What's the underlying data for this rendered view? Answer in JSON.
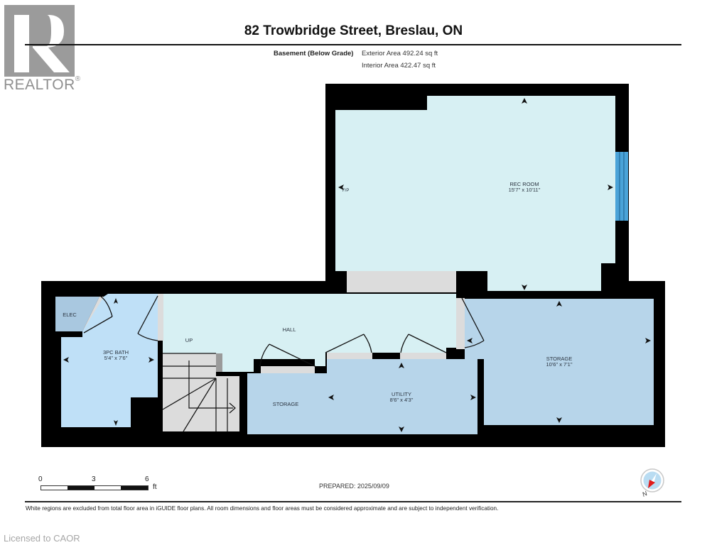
{
  "header": {
    "logo_text": "REALTOR",
    "logo_mark": "®",
    "title": "82 Trowbridge Street, Breslau, ON",
    "level_name": "Basement (Below Grade)",
    "exterior_area": "Exterior Area 492.24 sq ft",
    "interior_area": "Interior Area 422.47 sq ft"
  },
  "rooms": [
    {
      "name": "REC ROOM",
      "dims": "15'7\" x 10'11\""
    },
    {
      "name": "ELEC",
      "dims": ""
    },
    {
      "name": "3PC BATH",
      "dims": "5'4\" x 7'6\""
    },
    {
      "name": "HALL",
      "dims": ""
    },
    {
      "name": "UP",
      "dims": ""
    },
    {
      "name": "STORAGE",
      "dims": ""
    },
    {
      "name": "UTILITY",
      "dims": "8'6\" x 4'3\""
    },
    {
      "name": "STORAGE",
      "dims": "10'6\" x 7'1\""
    }
  ],
  "annotations": {
    "fireplace": "F/P"
  },
  "colors": {
    "wall": "#000000",
    "room_light": "#d7f0f3",
    "room_blue": "#b7d5ea",
    "bath_blue": "#bfe0f7",
    "elec_blue": "#a9c8e0",
    "excluded_gray": "#dcdcdc",
    "window_blue": "#4aa3d8"
  },
  "scale": {
    "labels": [
      "0",
      "3",
      "6"
    ],
    "unit": "ft"
  },
  "footer": {
    "prepared": "PREPARED: 2025/09/09",
    "compass_label": "N",
    "disclaimer": "White regions are excluded from total floor area in iGUIDE floor plans. All room dimensions and floor areas must be considered approximate and are subject to independent verification.",
    "licensed": "Licensed to CAOR"
  }
}
